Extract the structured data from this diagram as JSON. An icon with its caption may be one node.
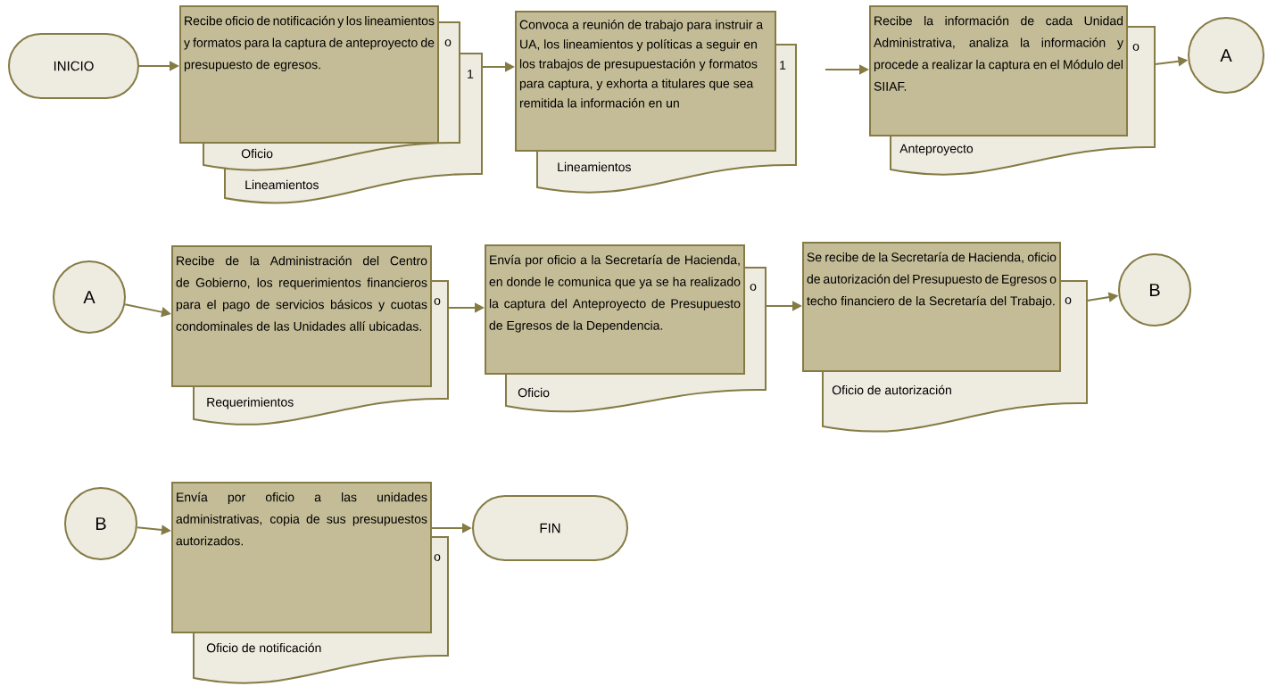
{
  "diagram": {
    "nodes": [
      {
        "text": [
          "INICIO"
        ]
      },
      {
        "text": [
          "Recibe oficio de notificación y los lineamientos y formatos para la captura de anteproyecto de presupuesto de egresos."
        ]
      },
      {
        "text": [
          "o",
          "Oficio"
        ]
      },
      {
        "text": [
          "1",
          "Lineamientos"
        ]
      },
      {
        "text": [
          "Convoca a reunión de trabajo para instruir a UA, los lineamientos y políticas a seguir en los trabajos de presupuestación y formatos para captura, y exhorta a titulares que sea remitida la información en un"
        ]
      },
      {
        "text": [
          "1",
          "Lineamientos"
        ]
      },
      {
        "text": [
          "Recibe la información de cada Unidad Administrativa, analiza la información y procede a realizar la captura en el Módulo del SIIAF."
        ]
      },
      {
        "text": [
          "o",
          "Anteproyecto"
        ]
      },
      {
        "text": [
          "A"
        ]
      },
      {
        "text": [
          "A"
        ]
      },
      {
        "text": [
          "Recibe de la Administración del Centro de Gobierno, los requerimientos financieros para el pago de servicios básicos y cuotas condominales de las Unidades allí ubicadas."
        ]
      },
      {
        "text": [
          "o",
          "Requerimientos"
        ]
      },
      {
        "text": [
          "Envía por oficio a la Secretaría de Hacienda, en donde le comunica que ya se ha realizado la captura del Anteproyecto de Presupuesto de Egresos de la Dependencia."
        ]
      },
      {
        "text": [
          "o",
          "Oficio"
        ]
      },
      {
        "text": [
          "Se recibe de la Secretaría de Hacienda, oficio de autorización del Presupuesto de Egresos o techo financiero de la Secretaría del Trabajo."
        ]
      },
      {
        "text": [
          "o",
          "Oficio de autorización"
        ]
      },
      {
        "text": [
          "B"
        ]
      },
      {
        "text": [
          "B"
        ]
      },
      {
        "text": [
          "Envía por oficio a las unidades administrativas, copia de sus presupuestos autorizados."
        ]
      },
      {
        "text": [
          "o",
          "Oficio de notificación"
        ]
      },
      {
        "text": [
          "FIN"
        ]
      }
    ],
    "edges": [
      {
        "from": 0,
        "to": 1,
        "arrow": "to"
      },
      {
        "from": 3,
        "to": 4,
        "arrow": "to"
      },
      {
        "from": null,
        "to": 6,
        "arrow": "to"
      },
      {
        "from": 7,
        "to": 8,
        "arrow": "to"
      },
      {
        "from": 9,
        "to": 10,
        "arrow": "to"
      },
      {
        "from": 11,
        "to": 12,
        "arrow": "to"
      },
      {
        "from": 13,
        "to": 14,
        "arrow": "to"
      },
      {
        "from": 15,
        "to": 16,
        "arrow": "to"
      },
      {
        "from": 17,
        "to": 18,
        "arrow": "to"
      },
      {
        "from": 18,
        "to": 20,
        "arrow": "to"
      }
    ]
  }
}
